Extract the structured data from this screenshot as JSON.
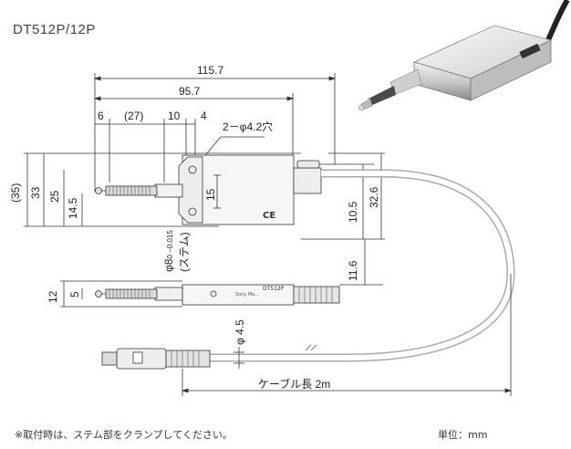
{
  "title": "DT512P/12P",
  "note": "※取付時は、ステム部をクランプしてください。",
  "unit": "単位：mm",
  "dims": {
    "d115": "115.7",
    "d95": "95.7",
    "d6": "6",
    "d27": "(27)",
    "d10": "10",
    "d4": "4",
    "hole": "2－φ4.2穴",
    "d35": "(35)",
    "d33": "33",
    "d25": "25",
    "d145": "14.5",
    "d15": "15",
    "d105": "10.5",
    "d326": "32.6",
    "stem_main": "φ8",
    "stem_tol": "0 −0.015",
    "stem_label": "(ステム)",
    "d116": "11.6",
    "d12": "12",
    "d5": "5",
    "d45": "φ 4.5",
    "cable": "ケーブル長 2m"
  },
  "body_labels": {
    "model": "DT512P",
    "ce": "CE",
    "maker": "Sony Ma..."
  },
  "colors": {
    "line": "#333333",
    "body_fill": "#f4f4f4",
    "cable": "#bbbbbb"
  }
}
